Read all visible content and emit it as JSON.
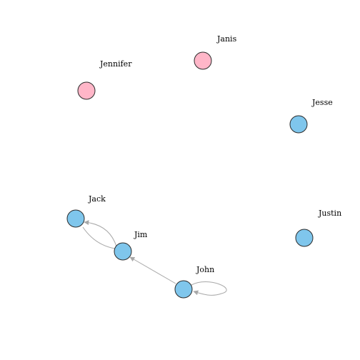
{
  "graph": {
    "colors": {
      "female": "#ffb6c8",
      "male": "#7fc6ec",
      "edge": "#a8a8a8",
      "node_border": "#2b2b2b"
    },
    "nodes": [
      {
        "id": "janis",
        "label": "Janis",
        "group": "female"
      },
      {
        "id": "jennifer",
        "label": "Jennifer",
        "group": "female"
      },
      {
        "id": "jesse",
        "label": "Jesse",
        "group": "male"
      },
      {
        "id": "jack",
        "label": "Jack",
        "group": "male"
      },
      {
        "id": "jim",
        "label": "Jim",
        "group": "male"
      },
      {
        "id": "justin",
        "label": "Justin",
        "group": "male"
      },
      {
        "id": "john",
        "label": "John",
        "group": "male"
      }
    ],
    "edges": [
      {
        "from": "jim",
        "to": "jack",
        "directed": true
      },
      {
        "from": "jack",
        "to": "jim",
        "directed": true
      },
      {
        "from": "john",
        "to": "jim",
        "directed": true
      },
      {
        "from": "john",
        "to": "john",
        "directed": true
      }
    ]
  }
}
